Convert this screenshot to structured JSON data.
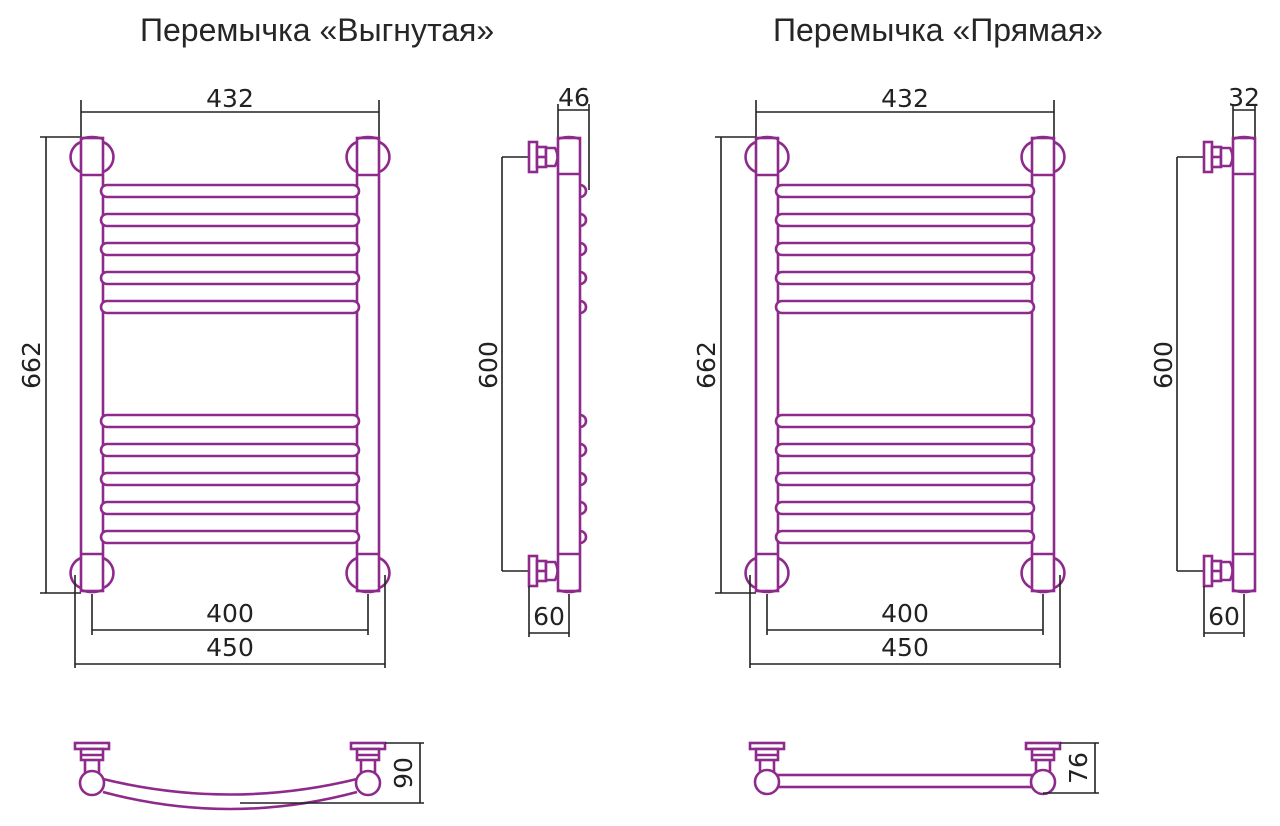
{
  "titles": {
    "left": "Перемычка «Выгнутая»",
    "right": "Перемычка «Прямая»"
  },
  "colors": {
    "pipe_stroke": "#8e2a8c",
    "dimension_line": "#222222",
    "text": "#262626",
    "background": "#ffffff"
  },
  "variants": [
    {
      "name": "curved-bridge",
      "title": "Перемычка «Выгнутая»",
      "front_view": {
        "dims": {
          "top_width": "432",
          "height": "662",
          "inner_width": "400",
          "outer_width": "450"
        },
        "rungs_top_group": 5,
        "rungs_bottom_group": 5
      },
      "side_view": {
        "dims": {
          "depth_top": "46",
          "height": "600",
          "depth_bottom": "60"
        }
      },
      "top_view": {
        "dims": {
          "depth": "90"
        },
        "bridge_shape": "curved"
      }
    },
    {
      "name": "straight-bridge",
      "title": "Перемычка «Прямая»",
      "front_view": {
        "dims": {
          "top_width": "432",
          "height": "662",
          "inner_width": "400",
          "outer_width": "450"
        },
        "rungs_top_group": 5,
        "rungs_bottom_group": 5
      },
      "side_view": {
        "dims": {
          "depth_top": "32",
          "height": "600",
          "depth_bottom": "60"
        }
      },
      "top_view": {
        "dims": {
          "depth": "76"
        },
        "bridge_shape": "straight"
      }
    }
  ]
}
